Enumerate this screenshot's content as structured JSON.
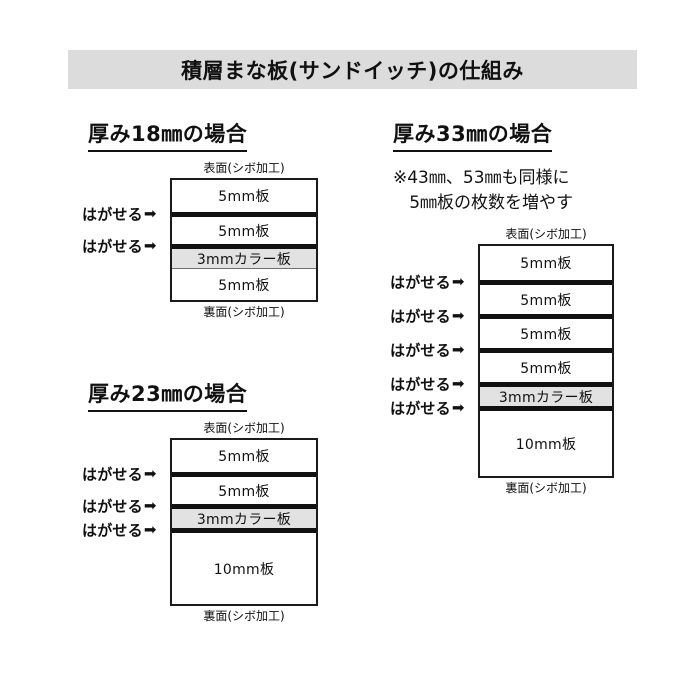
{
  "title": "積層まな板(サンドイッチ)の仕組み",
  "labels": {
    "front_face": "表面(シボ加工)",
    "back_face": "裏面(シボ加工)",
    "peelable": "はがせる",
    "arrow_icon": "➡"
  },
  "sections": [
    {
      "id": "thickness-18",
      "heading": "厚み18㎜の場合",
      "note": "",
      "layers": [
        {
          "label": "5mm板",
          "kind": "white",
          "height": 32,
          "seam": "none"
        },
        {
          "label": "5mm板",
          "kind": "white",
          "height": 32,
          "seam": "thick"
        },
        {
          "label": "3mmカラー板",
          "kind": "color",
          "height": 24,
          "seam": "thick"
        },
        {
          "label": "5mm板",
          "kind": "white",
          "height": 32,
          "seam": "thin"
        }
      ],
      "peel_marks": [
        2,
        3
      ]
    },
    {
      "id": "thickness-23",
      "heading": "厚み23㎜の場合",
      "note": "",
      "layers": [
        {
          "label": "5mm板",
          "kind": "white",
          "height": 32,
          "seam": "none"
        },
        {
          "label": "5mm板",
          "kind": "white",
          "height": 32,
          "seam": "thick"
        },
        {
          "label": "3mmカラー板",
          "kind": "color",
          "height": 24,
          "seam": "thick"
        },
        {
          "label": "10mm板",
          "kind": "white",
          "height": 76,
          "seam": "thick"
        }
      ],
      "peel_marks": [
        2,
        3,
        4
      ]
    },
    {
      "id": "thickness-33",
      "heading": "厚み33㎜の場合",
      "note": "※43㎜、53㎜も同様に\n   5㎜板の枚数を増やす",
      "layers": [
        {
          "label": "5mm板",
          "kind": "white",
          "height": 34,
          "seam": "none"
        },
        {
          "label": "5mm板",
          "kind": "white",
          "height": 34,
          "seam": "thick"
        },
        {
          "label": "5mm板",
          "kind": "white",
          "height": 34,
          "seam": "thick"
        },
        {
          "label": "5mm板",
          "kind": "white",
          "height": 34,
          "seam": "thick"
        },
        {
          "label": "3mmカラー板",
          "kind": "color",
          "height": 24,
          "seam": "thick"
        },
        {
          "label": "10mm板",
          "kind": "white",
          "height": 70,
          "seam": "thick"
        }
      ],
      "peel_marks": [
        2,
        3,
        4,
        5,
        6
      ]
    }
  ],
  "colors": {
    "title_band": "#dcdcdc",
    "color_board_fill": "#e2e2e2",
    "stroke": "#1a1a1a",
    "background": "#ffffff"
  }
}
